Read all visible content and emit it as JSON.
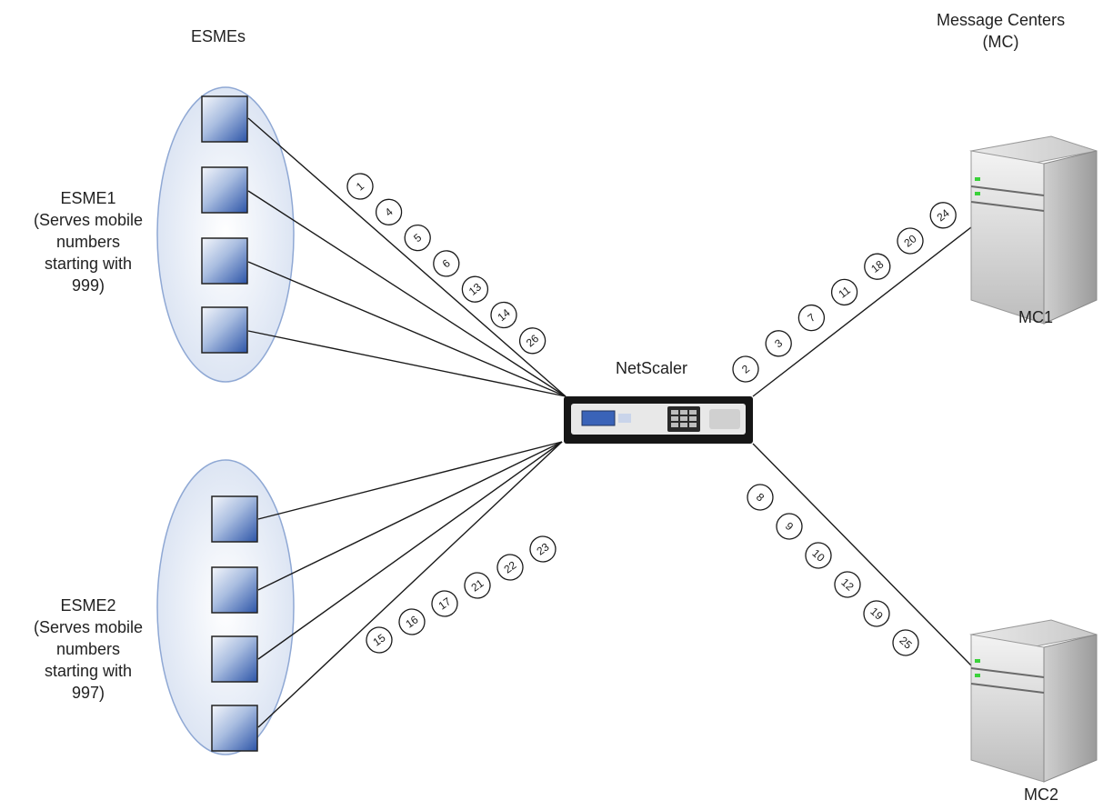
{
  "labels": {
    "esmes_title": "ESMEs",
    "mc_title_line1": "Message Centers",
    "mc_title_line2": "(MC)",
    "netscaler": "NetScaler",
    "esme1_line1": "ESME1",
    "esme1_line2": "(Serves mobile",
    "esme1_line3": "numbers",
    "esme1_line4": "starting with",
    "esme1_line5": "999)",
    "esme2_line1": "ESME2",
    "esme2_line2": "(Serves mobile",
    "esme2_line3": "numbers",
    "esme2_line4": "starting with",
    "esme2_line5": "997)",
    "mc1": "MC1",
    "mc2": "MC2"
  },
  "sequence_markers": {
    "esme1_link": [
      "1",
      "4",
      "5",
      "6",
      "13",
      "14",
      "26"
    ],
    "esme2_link": [
      "15",
      "16",
      "17",
      "21",
      "22",
      "23"
    ],
    "mc1_link": [
      "2",
      "3",
      "7",
      "11",
      "18",
      "20",
      "24"
    ],
    "mc2_link": [
      "8",
      "9",
      "10",
      "12",
      "19",
      "25"
    ]
  },
  "colors": {
    "line": "#1a1a1a",
    "ellipse_fill": "#dfe7f4",
    "ellipse_stroke": "#8fa8d4",
    "node_blue": "#2d55a8",
    "appliance_body": "#1b1b1b",
    "server_body": "#d8d8d8",
    "led_green": "#3ad13a"
  }
}
